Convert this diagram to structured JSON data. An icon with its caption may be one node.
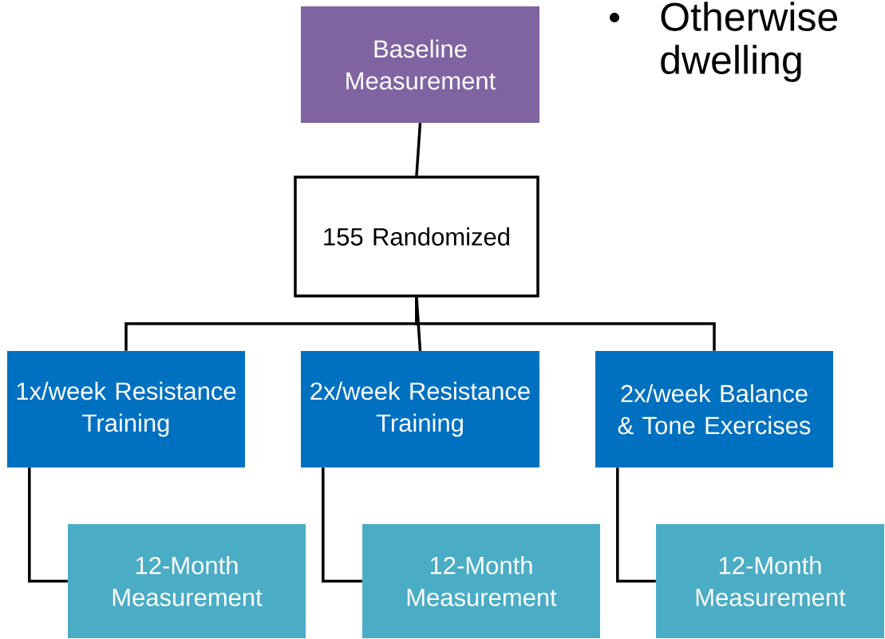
{
  "diagram": {
    "nodes": [
      {
        "text": [
          "Baseline Measurement"
        ]
      },
      {
        "text": [
          "155 Randomized"
        ]
      },
      {
        "text": [
          "1x/week Resistance Training"
        ]
      },
      {
        "text": [
          "2x/week Resistance Training"
        ]
      },
      {
        "text": [
          "2x/week Balance & Tone Exercises"
        ]
      },
      {
        "text": [
          "12-Month Measurement"
        ]
      },
      {
        "text": [
          "12-Month Measurement"
        ]
      },
      {
        "text": [
          "12-Month Measurement"
        ]
      }
    ],
    "edges": [
      {
        "from": 0,
        "to": 1,
        "arrow": "none"
      },
      {
        "from": 1,
        "to": 2,
        "arrow": "none"
      },
      {
        "from": 1,
        "to": 3,
        "arrow": "none"
      },
      {
        "from": 1,
        "to": 4,
        "arrow": "none"
      },
      {
        "from": 2,
        "to": 5,
        "arrow": "none"
      },
      {
        "from": 3,
        "to": 6,
        "arrow": "none"
      },
      {
        "from": 4,
        "to": 7,
        "arrow": "none"
      }
    ],
    "labels": [
      "Otherwise dwelling"
    ]
  }
}
